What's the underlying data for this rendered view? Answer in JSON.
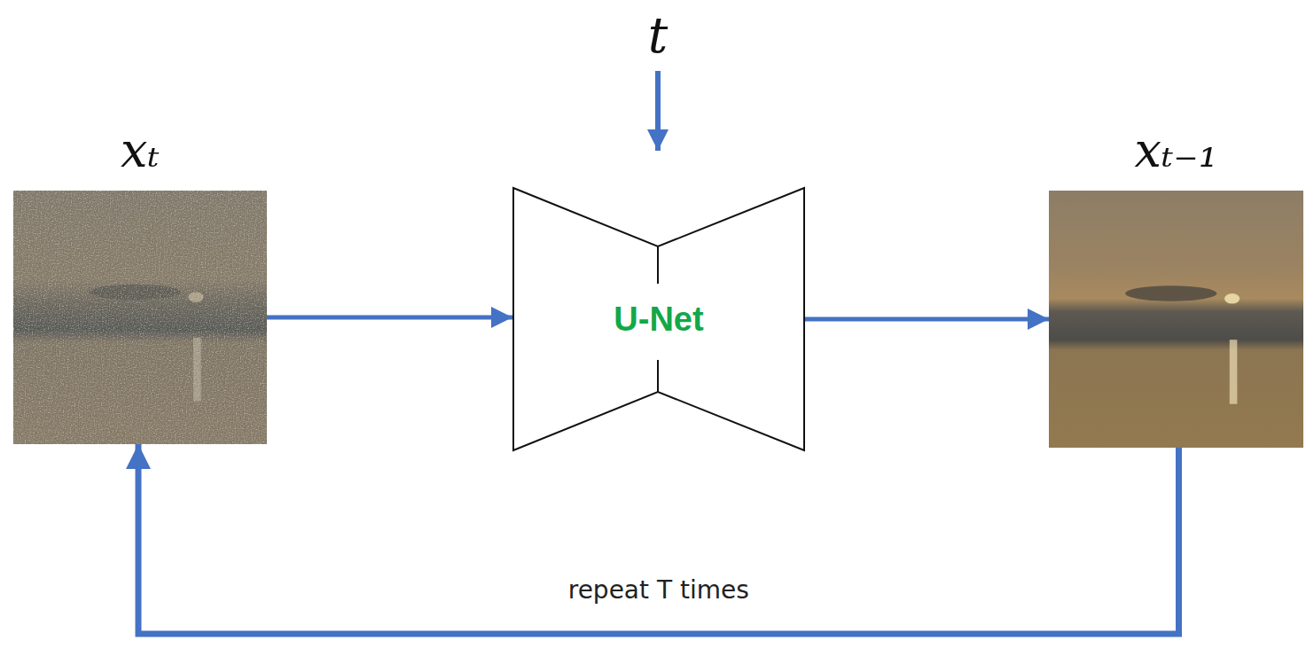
{
  "diagram": {
    "nodes": [
      {
        "text": [
          "xₜ"
        ]
      },
      {
        "text": [
          "U-Net"
        ]
      },
      {
        "text": [
          "xₜ₋₁"
        ]
      }
    ],
    "edges": [
      {
        "from": 0,
        "to": 1,
        "arrow": "to"
      },
      {
        "from": 1,
        "to": 2,
        "arrow": "to"
      },
      {
        "from": 2,
        "to": 0,
        "arrow": "to",
        "label": "repeat T times"
      }
    ],
    "labels": [
      "t"
    ]
  }
}
